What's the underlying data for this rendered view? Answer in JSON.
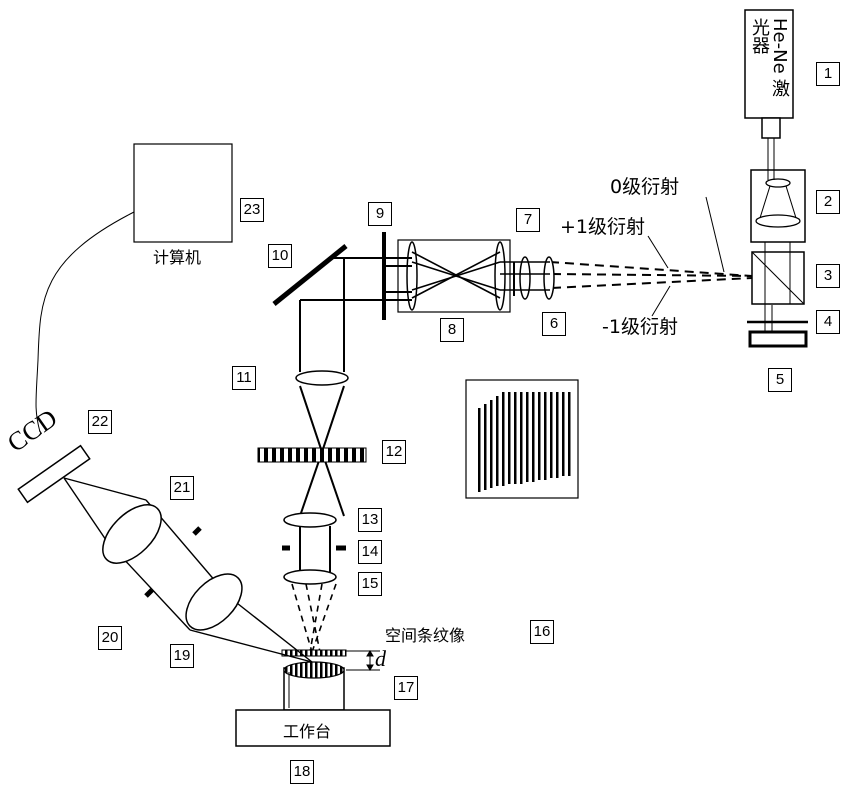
{
  "laser": {
    "label": "He-Ne 激光器"
  },
  "diffraction": {
    "zero_order": "0级衍射",
    "plus_one": "+1级衍射",
    "minus_one": "-1级衍射"
  },
  "computer_label": "计算机",
  "ccd_label": "CCD",
  "stage_label": "工作台",
  "fringe_label": "空间条纹像",
  "distance_symbol": "d",
  "numbers": [
    "1",
    "2",
    "3",
    "4",
    "5",
    "6",
    "7",
    "8",
    "9",
    "10",
    "11",
    "12",
    "13",
    "14",
    "15",
    "16",
    "17",
    "18",
    "19",
    "20",
    "21",
    "22",
    "23"
  ]
}
